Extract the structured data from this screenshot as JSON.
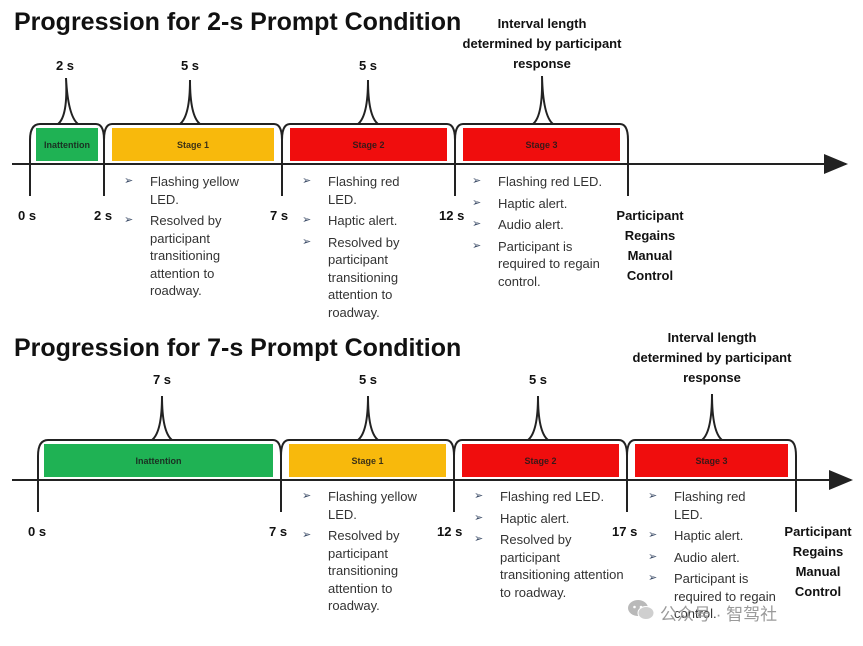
{
  "panel_2s": {
    "title": "Progression for 2-s Prompt Condition",
    "durations": [
      "2 s",
      "5 s",
      "5 s"
    ],
    "interval_note": "Interval length determined by participant response",
    "stages": [
      "Inattention",
      "Stage 1",
      "Stage 2",
      "Stage 3"
    ],
    "ticks": [
      "0 s",
      "2 s",
      "7 s",
      "12 s"
    ],
    "final_label": "Participant Regains Manual Control",
    "stage1_bullets": [
      "Flashing yellow LED.",
      "Resolved by participant transitioning attention to roadway."
    ],
    "stage2_bullets": [
      "Flashing red LED.",
      "Haptic alert.",
      "Resolved by participant transitioning attention to roadway."
    ],
    "stage3_bullets": [
      "Flashing red LED.",
      "Haptic alert.",
      "Audio alert.",
      "Participant is required to regain control."
    ]
  },
  "panel_7s": {
    "title": "Progression for 7-s Prompt Condition",
    "durations": [
      "7 s",
      "5 s",
      "5 s"
    ],
    "interval_note": "Interval length determined by participant response",
    "stages": [
      "Inattention",
      "Stage 1",
      "Stage 2",
      "Stage 3"
    ],
    "ticks": [
      "0 s",
      "7 s",
      "12 s",
      "17 s"
    ],
    "final_label": "Participant Regains Manual Control",
    "stage1_bullets": [
      "Flashing yellow LED.",
      "Resolved by participant transitioning attention to roadway."
    ],
    "stage2_bullets": [
      "Flashing red LED.",
      "Haptic alert.",
      "Resolved by participant transitioning attention to roadway."
    ],
    "stage3_bullets": [
      "Flashing red LED.",
      "Haptic alert.",
      "Audio alert.",
      "Participant is required to regain control."
    ]
  },
  "watermark": {
    "text": "公众号 · 智驾社",
    "icon": "wechat-icon"
  },
  "colors": {
    "inattention": "#1fb254",
    "stage1": "#f8b90c",
    "stage2": "#f00d0d",
    "stage3": "#f00d0d",
    "axis": "#222222"
  }
}
